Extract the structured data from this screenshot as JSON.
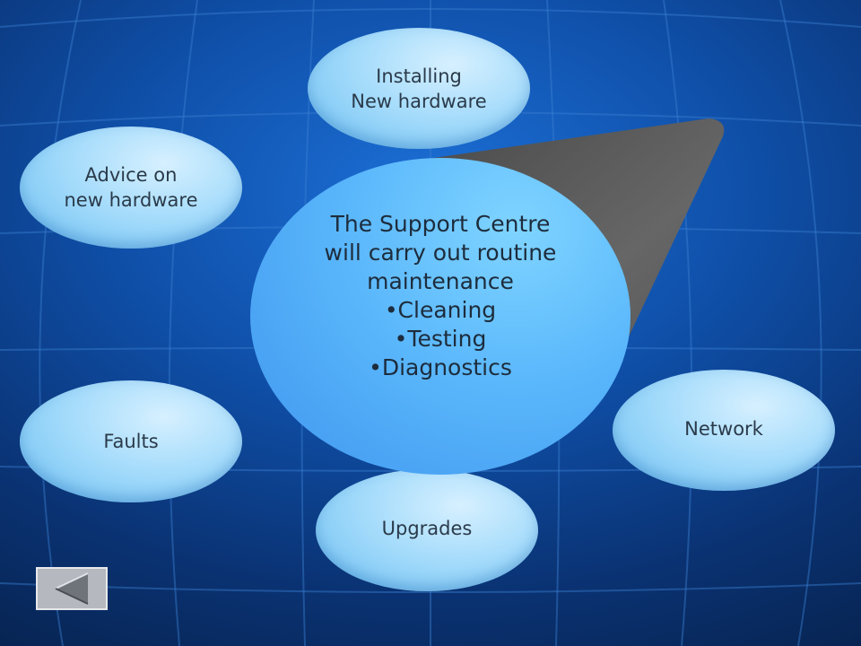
{
  "diagram": {
    "center": {
      "lines": [
        "The Support Centre",
        "will carry out routine",
        "maintenance",
        "•Cleaning",
        "•Testing",
        "•Diagnostics"
      ]
    },
    "nodes": {
      "installing": [
        "Installing",
        "New hardware"
      ],
      "advice": [
        "Advice on",
        "new hardware"
      ],
      "faults": "Faults",
      "network": "Network",
      "upgrades": "Upgrades"
    }
  },
  "navigation": {
    "back_icon": "back-arrow-icon"
  },
  "colors": {
    "background": "#0f4fa8",
    "bubble": "#a6dcfb",
    "center": "#5ab7fb",
    "wedge": "#5a5a5a"
  }
}
